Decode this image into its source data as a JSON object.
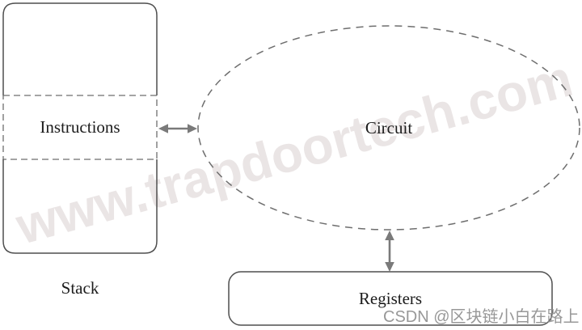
{
  "diagram": {
    "stack": {
      "label": "Stack",
      "slot_label": "Instructions"
    },
    "circuit": {
      "label": "Circuit"
    },
    "registers": {
      "label": "Registers"
    },
    "connections": [
      {
        "from": "stack",
        "to": "circuit",
        "style": "double-arrow-horizontal"
      },
      {
        "from": "circuit",
        "to": "registers",
        "style": "double-arrow-vertical"
      }
    ]
  },
  "watermarks": {
    "site": "www.trapdoortech.com",
    "attribution": "CSDN @区块链小白在路上"
  },
  "colors": {
    "background": "#ffffff",
    "solid_border": "#4f4f4f",
    "dashed_border": "#6e6e6e",
    "arrow": "#7a7a7a",
    "label_text": "#1c1c1c",
    "watermark_site": "rgba(186,168,168,0.30)",
    "watermark_attribution": "#8a8a8a"
  }
}
